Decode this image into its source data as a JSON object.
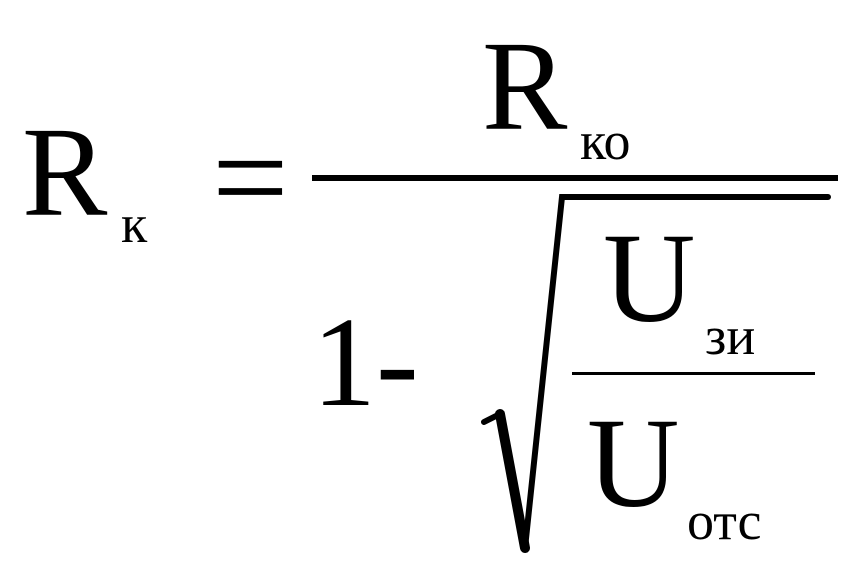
{
  "formula": {
    "lhs": {
      "symbol": "R",
      "subscript": "к"
    },
    "equals": "=",
    "numerator": {
      "symbol": "R",
      "subscript": "ко"
    },
    "denominator": {
      "lead": "1-",
      "root": {
        "numerator": {
          "symbol": "U",
          "subscript": "зи"
        },
        "denominator": {
          "symbol": "U",
          "subscript": "отс"
        }
      }
    }
  }
}
